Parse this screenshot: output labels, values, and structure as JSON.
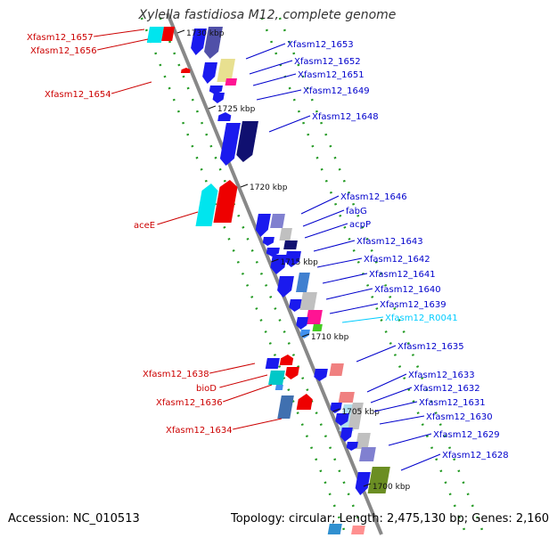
{
  "title": "Xylella fastidiosa M12, complete genome",
  "footer": {
    "accession": "Accession: NC_010513",
    "topology": "Topology: circular; Length: 2,475,130 bp; Genes: 2,160"
  },
  "ticks": [
    {
      "label": "1730 kbp"
    },
    {
      "label": "1725 kbp"
    },
    {
      "label": "1720 kbp"
    },
    {
      "label": "1715 kbp"
    },
    {
      "label": "1710 kbp"
    },
    {
      "label": "1705 kbp"
    },
    {
      "label": "1700 kbp"
    }
  ],
  "left_labels": [
    {
      "text": "Xfasm12_1657"
    },
    {
      "text": "Xfasm12_1656"
    },
    {
      "text": "Xfasm12_1654"
    },
    {
      "text": "aceE"
    },
    {
      "text": "Xfasm12_1638"
    },
    {
      "text": "bioD"
    },
    {
      "text": "Xfasm12_1636"
    },
    {
      "text": "Xfasm12_1634"
    }
  ],
  "right_labels": [
    {
      "text": "Xfasm12_1653"
    },
    {
      "text": "Xfasm12_1652"
    },
    {
      "text": "Xfasm12_1651"
    },
    {
      "text": "Xfasm12_1649"
    },
    {
      "text": "Xfasm12_1648"
    },
    {
      "text": "Xfasm12_1646"
    },
    {
      "text": "fabG"
    },
    {
      "text": "acpP"
    },
    {
      "text": "Xfasm12_1643"
    },
    {
      "text": "Xfasm12_1642"
    },
    {
      "text": "Xfasm12_1641"
    },
    {
      "text": "Xfasm12_1640"
    },
    {
      "text": "Xfasm12_1639"
    },
    {
      "text": "Xfasm12_R0041"
    },
    {
      "text": "Xfasm12_1635"
    },
    {
      "text": "Xfasm12_1633"
    },
    {
      "text": "Xfasm12_1632"
    },
    {
      "text": "Xfasm12_1631"
    },
    {
      "text": "Xfasm12_1630"
    },
    {
      "text": "Xfasm12_1629"
    },
    {
      "text": "Xfasm12_1628"
    }
  ],
  "colors": {
    "left_label": "#cc0000",
    "right_label": "#0000cc",
    "rna_label": "#00ccff",
    "backbone": "#888888",
    "tick": "#111111",
    "dots": "#229922"
  }
}
